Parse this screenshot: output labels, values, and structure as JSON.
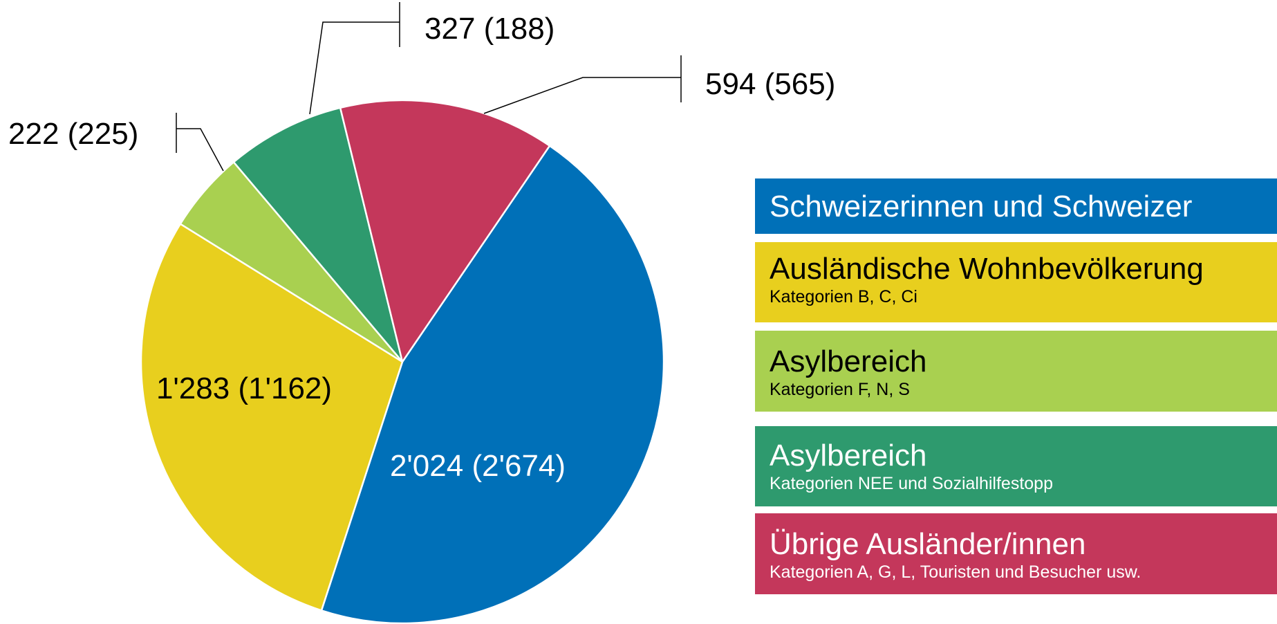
{
  "chart_data": {
    "type": "pie",
    "values": [
      2024,
      1283,
      222,
      327,
      594
    ],
    "labels": [
      "2'024 (2'674)",
      "1'283 (1'162)",
      "222 (225)",
      "327 (188)",
      "594 (565)"
    ],
    "legend_placement": "right",
    "categories": [
      {
        "name": "Schweizerinnen und Schweizer",
        "description": "",
        "value": 2024,
        "label": "2'024 (2'674)",
        "color": "#0070b8"
      },
      {
        "name": "Ausländische Wohnbevölkerung",
        "description": "Kategorien B, C, Ci",
        "value": 1283,
        "label": "1'283 (1'162)",
        "color": "#e8cf1e"
      },
      {
        "name": "Asylbereich",
        "description": "Kategorien F, N, S",
        "value": 222,
        "label": "222 (225)",
        "color": "#a9d050"
      },
      {
        "name": "Asylbereich",
        "description": "Kategorien NEE und Sozialhilfestopp",
        "value": 327,
        "label": "327 (188)",
        "color": "#2e9a6e"
      },
      {
        "name": "Übrige Ausländer/innen",
        "description": "Kategorien A, G, L, Touristen und Besucher usw.",
        "value": 594,
        "label": "594 (565)",
        "color": "#c4375b"
      }
    ]
  }
}
